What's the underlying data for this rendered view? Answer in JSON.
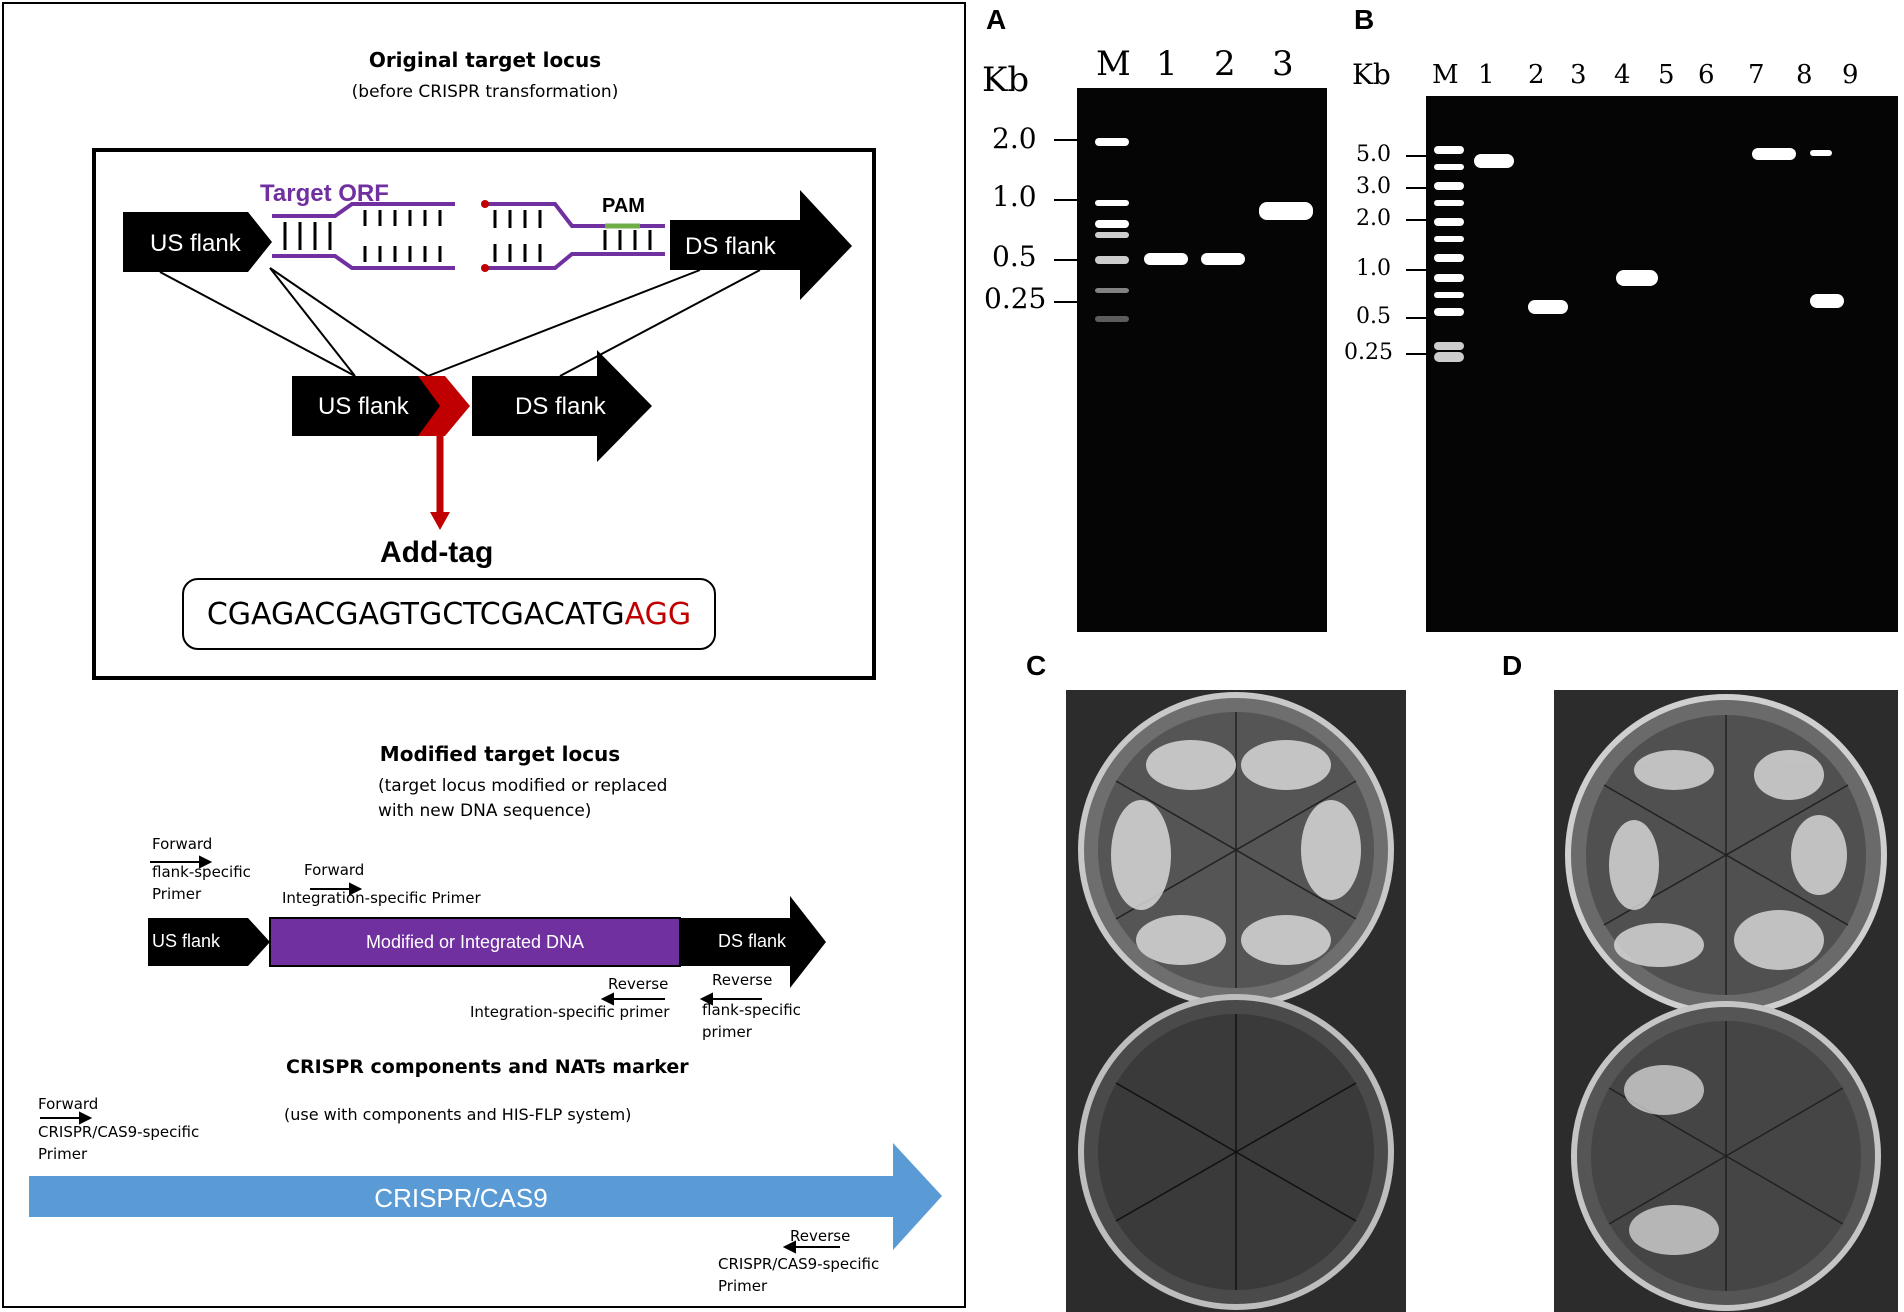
{
  "panel_letters": [
    "A",
    "B",
    "C",
    "D"
  ],
  "schematic": {
    "title": "Original target locus",
    "subtitle": "(before CRISPR transformation)",
    "target_orf_label": "Target ORF",
    "pam_label": "PAM",
    "us_flank_label": "US flank",
    "ds_flank_label": "DS flank",
    "add_tag_label": "Add-tag",
    "tag_sequence_black": "CGAGACGAGTGCTCGACATG",
    "tag_sequence_red": "AGG",
    "modified_title": "Modified target locus",
    "modified_subtitle_1": "(target locus modified or replaced",
    "modified_subtitle_2": "with new DNA sequence)",
    "forward_label": "Forward",
    "flank_specific_label": "flank-specific",
    "primer_label": "Primer",
    "primer_lower_label": "primer",
    "integration_primer_label": "Integration-specific Primer",
    "integration_primer_lower_label": "Integration-specific primer",
    "reverse_label": "Reverse",
    "modified_dna_label": "Modified or Integrated DNA",
    "crispr_title": "CRISPR components and NATs marker",
    "crispr_subtitle": "(use with components and HIS-FLP system)",
    "crispr_primer_label": "CRISPR/CAS9-specific",
    "crispr_bar_label": "CRISPR/CAS9",
    "colors": {
      "purple": "#7030a0",
      "red": "#c00000",
      "blue": "#5b9bd5",
      "green": "#70ad47"
    }
  },
  "gel_a": {
    "unit_label": "Kb",
    "lane_labels": [
      "M",
      "1",
      "2",
      "3"
    ],
    "ladder_labels": [
      "2.0",
      "1.0",
      "0.5",
      "0.25"
    ]
  },
  "gel_b": {
    "unit_label": "Kb",
    "lane_labels": [
      "M",
      "1",
      "2",
      "3",
      "4",
      "5",
      "6",
      "7",
      "8",
      "9"
    ],
    "ladder_labels": [
      "5.0",
      "3.0",
      "2.0",
      "1.0",
      "0.5",
      "0.25"
    ]
  }
}
